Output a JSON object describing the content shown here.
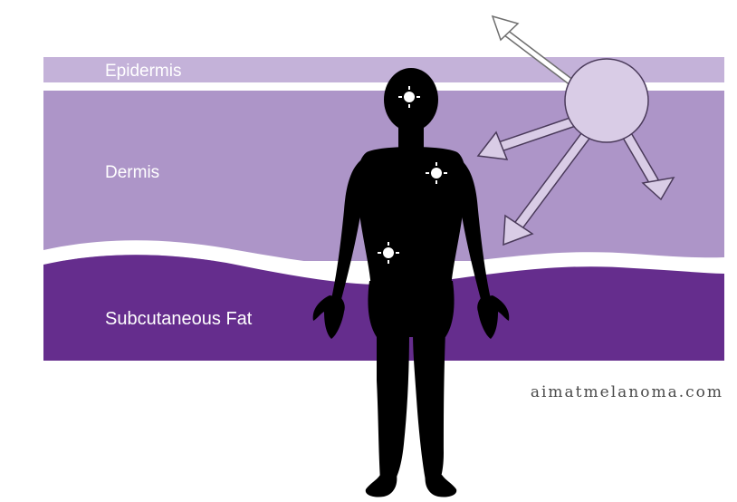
{
  "layers": {
    "epidermis": "Epidermis",
    "dermis": "Dermis",
    "subcutaneous_fat": "Subcutaneous Fat"
  },
  "credit": "aimatmelanoma.com",
  "colors": {
    "epidermis": "#c4b2d9",
    "dermis": "#ad95c8",
    "subcutaneous_fat": "#652d8d",
    "tumor": "#d9cce6",
    "figure": "#000000",
    "background": "#ffffff"
  },
  "icons": [
    "tumor-circle",
    "spread-arrow",
    "body-silhouette",
    "metastasis-marker"
  ]
}
